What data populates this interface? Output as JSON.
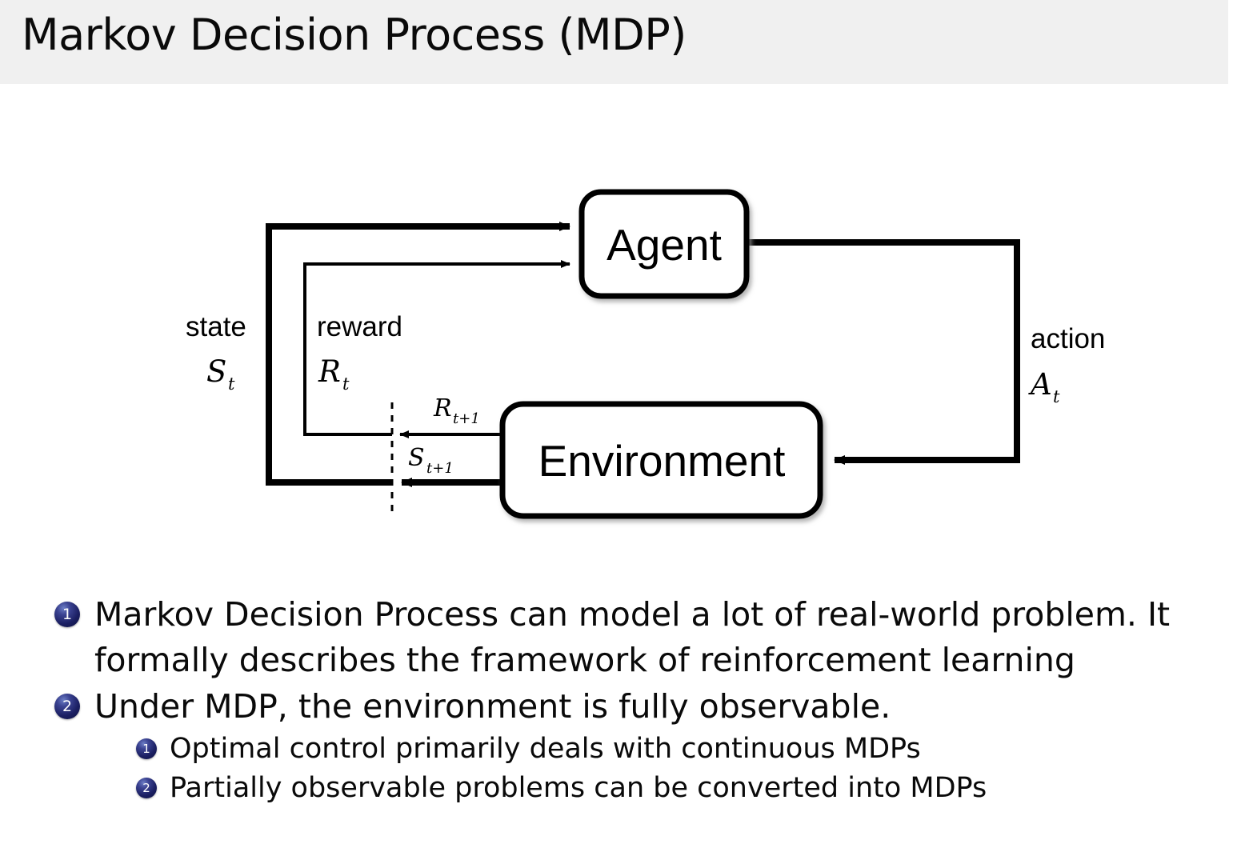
{
  "header": {
    "title": "Markov Decision Process (MDP)",
    "background_color": "#f0f0f0"
  },
  "diagram": {
    "name": "agent-environment-interaction-loop",
    "agent_box_label": "Agent",
    "environment_box_label": "Environment",
    "labels": {
      "state_word": "state",
      "state_symbol": "S",
      "state_subscript": "t",
      "reward_word": "reward",
      "reward_symbol": "R",
      "reward_subscript": "t",
      "action_word": "action",
      "action_symbol": "A",
      "action_subscript": "t",
      "next_reward_symbol": "R",
      "next_reward_subscript": "t+1",
      "next_state_symbol": "S",
      "next_state_subscript": "t+1"
    },
    "stroke_color": "#000000",
    "box_fill": "#ffffff"
  },
  "bullets": {
    "badge_color": "#1b1f62",
    "items": [
      {
        "number": "1",
        "level": 1,
        "text": "Markov Decision Process can model a lot of real-world problem. It formally describes the framework of reinforcement learning"
      },
      {
        "number": "2",
        "level": 1,
        "text": "Under MDP, the environment is fully observable."
      },
      {
        "number": "1",
        "level": 2,
        "text": "Optimal control primarily deals with continuous MDPs"
      },
      {
        "number": "2",
        "level": 2,
        "text": "Partially observable problems can be converted into MDPs"
      }
    ]
  }
}
